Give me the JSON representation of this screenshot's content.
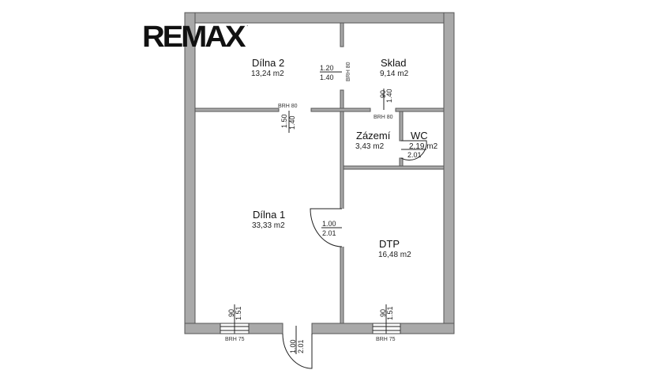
{
  "logo": {
    "text": "RE/MAX",
    "display": "REMAX",
    "mark": "."
  },
  "rooms": [
    {
      "id": "dilna-2",
      "name": "Dílna 2",
      "area": "13,24 m2"
    },
    {
      "id": "sklad",
      "name": "Sklad",
      "area": "9,14 m2"
    },
    {
      "id": "zazemi",
      "name": "Zázemí",
      "area": "3,43 m2"
    },
    {
      "id": "wc",
      "name": "WC",
      "area": "2,19 m2"
    },
    {
      "id": "dilna-1",
      "name": "Dílna 1",
      "area": "33,33 m2"
    },
    {
      "id": "dtp",
      "name": "DTP",
      "area": "16,48 m2"
    }
  ],
  "openings": {
    "door_dilna2_sklad": {
      "width": "1.20",
      "height": "1.40",
      "brh": "BRH 80"
    },
    "opening_sklad_bottom": {
      "width": "90",
      "height": "1.40",
      "brh": "BRH 80"
    },
    "opening_dilna2_dilna1": {
      "width": "1.50",
      "height": "1.40",
      "brh": "BRH 80"
    },
    "door_wc": {
      "width": "",
      "height": "2.01"
    },
    "door_dilna1_dtp": {
      "width": "1.00",
      "height": "2.01"
    },
    "window_dilna1": {
      "width": "90",
      "height": "1.51",
      "brh": "BRH 75"
    },
    "window_dtp": {
      "width": "90",
      "height": "1.51",
      "brh": "BRH 75"
    },
    "entrance_door": {
      "width": "1.00",
      "height": "2.01"
    }
  },
  "colors": {
    "wall_fill": "#a9a9a9",
    "wall_stroke": "#555555",
    "background": "#ffffff",
    "text": "#111111"
  }
}
